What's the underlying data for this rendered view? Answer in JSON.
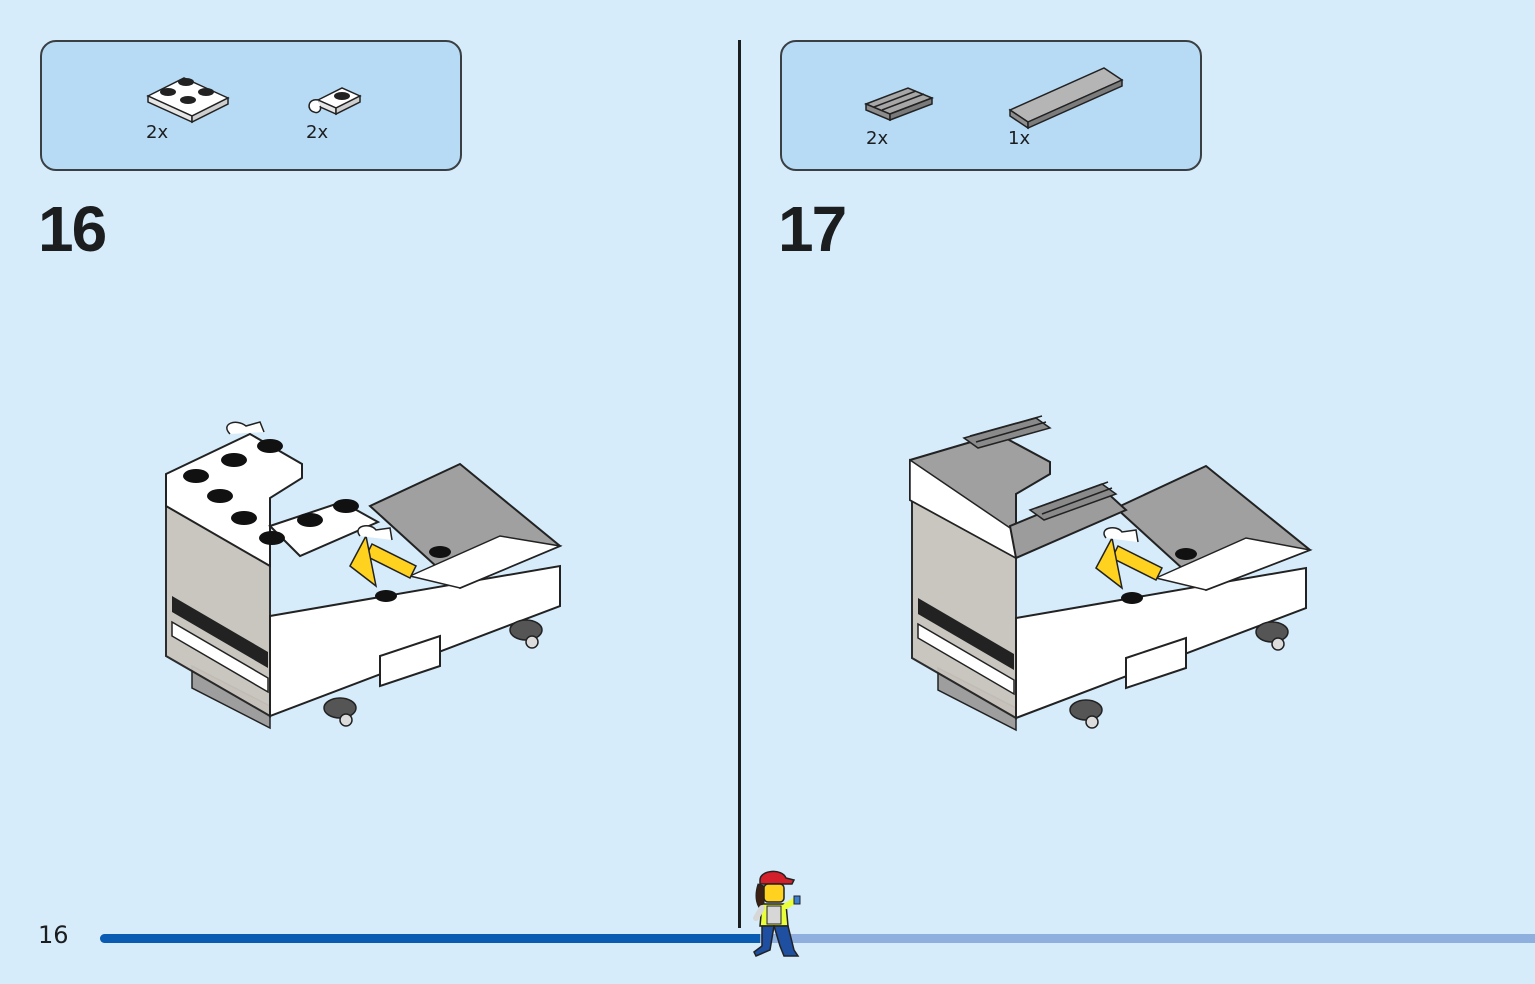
{
  "steps": [
    {
      "number": "16",
      "parts": [
        {
          "qty": "2x",
          "icon": "white-corner-plate-icon"
        },
        {
          "qty": "2x",
          "icon": "white-clip-plate-icon"
        }
      ]
    },
    {
      "number": "17",
      "parts": [
        {
          "qty": "2x",
          "icon": "grey-grille-tile-icon"
        },
        {
          "qty": "1x",
          "icon": "grey-long-tile-icon"
        }
      ]
    }
  ],
  "page": {
    "number": "16"
  },
  "progress": {
    "fraction": 0.46
  },
  "colors": {
    "background": "#d6ecfb",
    "parts_box": "#b7daf5",
    "progress_done": "#0a5cb3",
    "progress_remaining": "#8fb0df",
    "brick_grey": "#9b9b9b",
    "brick_yellow": "#ffd21f",
    "minifig_cap": "#d4202a"
  }
}
